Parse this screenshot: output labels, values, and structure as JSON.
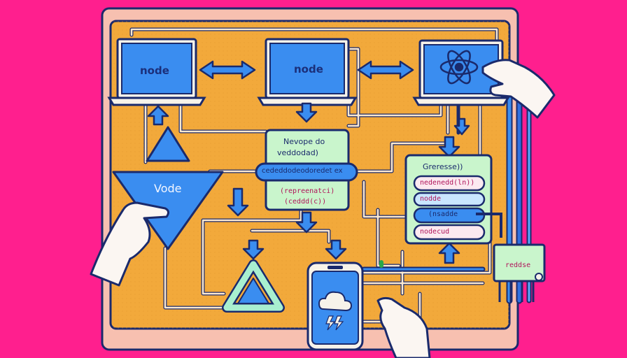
{
  "nodes": {
    "laptop_left": "node",
    "laptop_center": "node",
    "triangle": "Vode"
  },
  "center_panel": {
    "title": "Nevope do",
    "line1": "veddodad)",
    "pill": "cededdodeodoredet ex",
    "line2": "(repreenatci)",
    "line3": "(ceddd(c))"
  },
  "right_panel": {
    "title": "Greresse))",
    "row1": "nedenedd(ln))",
    "row2": "nodde",
    "row3": "(nsadde",
    "row4": "nodecud"
  },
  "small_box": {
    "label": "reddse"
  },
  "icons": [
    "react-atom-icon",
    "cloud-icon",
    "lightning-icon",
    "recycle-icon"
  ],
  "colors": {
    "background": "#ff1f8e",
    "board": "#f2a93b",
    "screen": "#3a8df0",
    "panel": "#c9f5cc",
    "outline": "#1a2a6c"
  }
}
